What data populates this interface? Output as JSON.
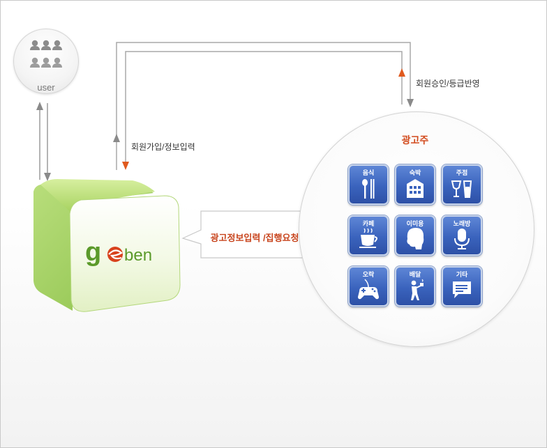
{
  "user": {
    "label": "user"
  },
  "flows": {
    "signup_label": "회원가입/정보입력",
    "approval_label": "회원승인/등급반영",
    "ad_request_label": "광고정보입력 /집행요청"
  },
  "platform": {
    "logo_text_g": "g",
    "logo_text_rest": "ben"
  },
  "advertiser": {
    "title": "광고주",
    "categories": [
      {
        "label": "음식",
        "icon": "utensils-icon"
      },
      {
        "label": "숙박",
        "icon": "building-icon"
      },
      {
        "label": "주점",
        "icon": "drinks-icon"
      },
      {
        "label": "카페",
        "icon": "coffee-cup-icon"
      },
      {
        "label": "이미용",
        "icon": "hair-head-icon"
      },
      {
        "label": "노래방",
        "icon": "microphone-icon"
      },
      {
        "label": "오락",
        "icon": "gamepad-icon"
      },
      {
        "label": "배달",
        "icon": "delivery-person-icon"
      },
      {
        "label": "기타",
        "icon": "speech-bubble-icon"
      }
    ]
  },
  "colors": {
    "accent": "#d24a1c",
    "arrow_orange": "#e05a1e",
    "tile_blue": "#3a63bd",
    "cube_green": "#a9d36a",
    "line_gray": "#9a9a9a"
  }
}
